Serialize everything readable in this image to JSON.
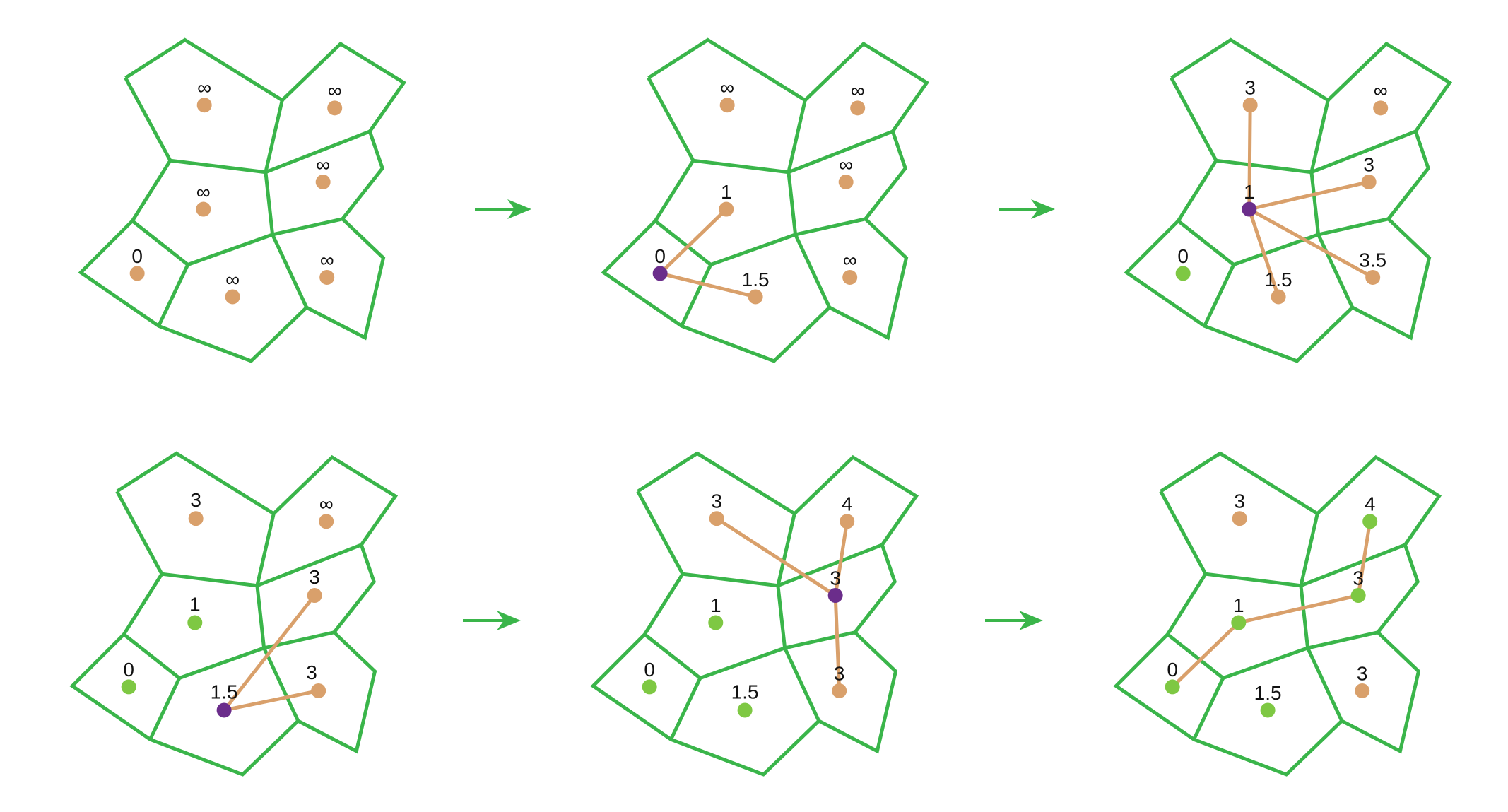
{
  "colors": {
    "cell_edge": "#3ab54a",
    "unvisited_node": "#d9a06b",
    "current_node": "#6b2d8b",
    "visited_node": "#7ec843",
    "link": "#d9a06b",
    "arrow": "#3ab54a"
  },
  "panels": [
    {
      "name": "step-1",
      "nodes": [
        {
          "id": "A",
          "label": "∞",
          "state": "unvisited"
        },
        {
          "id": "B",
          "label": "∞",
          "state": "unvisited"
        },
        {
          "id": "C",
          "label": "∞",
          "state": "unvisited"
        },
        {
          "id": "D",
          "label": "∞",
          "state": "unvisited"
        },
        {
          "id": "E",
          "label": "0",
          "state": "unvisited"
        },
        {
          "id": "F",
          "label": "∞",
          "state": "unvisited"
        },
        {
          "id": "G",
          "label": "∞",
          "state": "unvisited"
        }
      ],
      "links": []
    },
    {
      "name": "step-2",
      "nodes": [
        {
          "id": "A",
          "label": "∞",
          "state": "unvisited"
        },
        {
          "id": "B",
          "label": "∞",
          "state": "unvisited"
        },
        {
          "id": "C",
          "label": "1",
          "state": "unvisited"
        },
        {
          "id": "D",
          "label": "∞",
          "state": "unvisited"
        },
        {
          "id": "E",
          "label": "0",
          "state": "current"
        },
        {
          "id": "F",
          "label": "1.5",
          "state": "unvisited"
        },
        {
          "id": "G",
          "label": "∞",
          "state": "unvisited"
        }
      ],
      "links": [
        [
          "E",
          "C"
        ],
        [
          "E",
          "F"
        ]
      ]
    },
    {
      "name": "step-3",
      "nodes": [
        {
          "id": "A",
          "label": "3",
          "state": "unvisited"
        },
        {
          "id": "B",
          "label": "∞",
          "state": "unvisited"
        },
        {
          "id": "C",
          "label": "1",
          "state": "current"
        },
        {
          "id": "D",
          "label": "3",
          "state": "unvisited"
        },
        {
          "id": "E",
          "label": "0",
          "state": "visited"
        },
        {
          "id": "F",
          "label": "1.5",
          "state": "unvisited"
        },
        {
          "id": "G",
          "label": "3.5",
          "state": "unvisited"
        }
      ],
      "links": [
        [
          "C",
          "A"
        ],
        [
          "C",
          "D"
        ],
        [
          "C",
          "F"
        ],
        [
          "C",
          "G"
        ]
      ]
    },
    {
      "name": "step-4",
      "nodes": [
        {
          "id": "A",
          "label": "3",
          "state": "unvisited"
        },
        {
          "id": "B",
          "label": "∞",
          "state": "unvisited"
        },
        {
          "id": "C",
          "label": "1",
          "state": "visited"
        },
        {
          "id": "D",
          "label": "3",
          "state": "unvisited"
        },
        {
          "id": "E",
          "label": "0",
          "state": "visited"
        },
        {
          "id": "F",
          "label": "1.5",
          "state": "current"
        },
        {
          "id": "G",
          "label": "3",
          "state": "unvisited"
        }
      ],
      "links": [
        [
          "F",
          "D"
        ],
        [
          "F",
          "G"
        ]
      ]
    },
    {
      "name": "step-5",
      "nodes": [
        {
          "id": "A",
          "label": "3",
          "state": "unvisited"
        },
        {
          "id": "B",
          "label": "4",
          "state": "unvisited"
        },
        {
          "id": "C",
          "label": "1",
          "state": "visited"
        },
        {
          "id": "D",
          "label": "3",
          "state": "current"
        },
        {
          "id": "E",
          "label": "0",
          "state": "visited"
        },
        {
          "id": "F",
          "label": "1.5",
          "state": "visited"
        },
        {
          "id": "G",
          "label": "3",
          "state": "unvisited"
        }
      ],
      "links": [
        [
          "D",
          "A"
        ],
        [
          "D",
          "B"
        ],
        [
          "D",
          "G"
        ]
      ]
    },
    {
      "name": "step-6",
      "nodes": [
        {
          "id": "A",
          "label": "3",
          "state": "unvisited"
        },
        {
          "id": "B",
          "label": "4",
          "state": "visited"
        },
        {
          "id": "C",
          "label": "1",
          "state": "visited"
        },
        {
          "id": "D",
          "label": "3",
          "state": "visited"
        },
        {
          "id": "E",
          "label": "0",
          "state": "visited"
        },
        {
          "id": "F",
          "label": "1.5",
          "state": "visited"
        },
        {
          "id": "G",
          "label": "3",
          "state": "unvisited"
        }
      ],
      "links": [
        [
          "E",
          "C"
        ],
        [
          "C",
          "D"
        ],
        [
          "D",
          "B"
        ]
      ]
    }
  ]
}
